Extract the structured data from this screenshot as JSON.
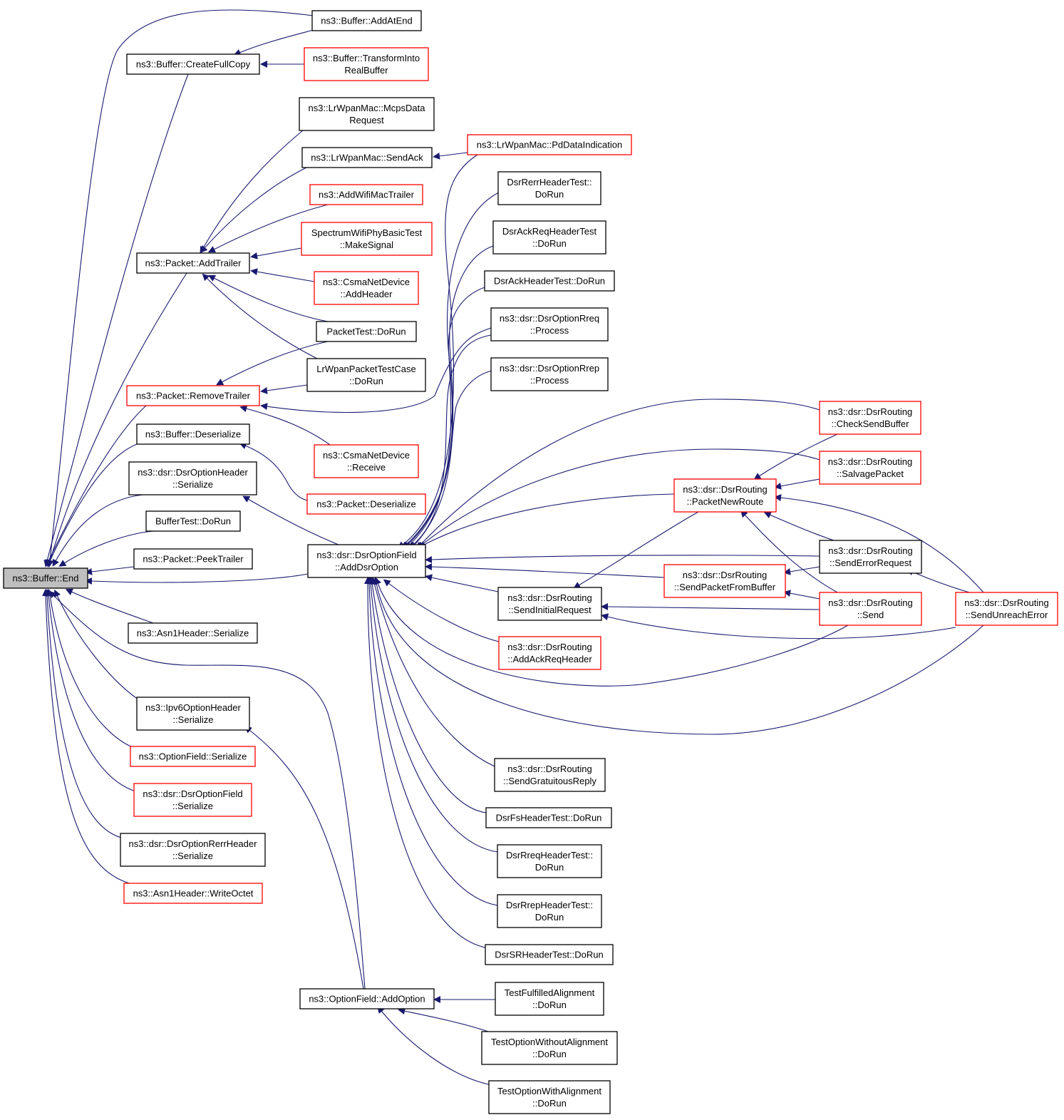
{
  "colors": {
    "edge": "#191970",
    "border_black": "#000000",
    "border_red": "#ff0000",
    "root_fill": "#bfbfbf",
    "fill": "#ffffff"
  },
  "nodes": [
    {
      "id": "end",
      "lines": [
        "ns3::Buffer::End"
      ],
      "border": "black",
      "root": true
    },
    {
      "id": "addatend",
      "lines": [
        "ns3::Buffer::AddAtEnd"
      ],
      "border": "black"
    },
    {
      "id": "createfullcopy",
      "lines": [
        "ns3::Buffer::CreateFullCopy"
      ],
      "border": "black"
    },
    {
      "id": "transform",
      "lines": [
        "ns3::Buffer::TransformInto",
        "RealBuffer"
      ],
      "border": "red"
    },
    {
      "id": "mcpsdata",
      "lines": [
        "ns3::LrWpanMac::McpsData",
        "Request"
      ],
      "border": "black"
    },
    {
      "id": "sendack",
      "lines": [
        "ns3::LrWpanMac::SendAck"
      ],
      "border": "black"
    },
    {
      "id": "pddata",
      "lines": [
        "ns3::LrWpanMac::PdDataIndication"
      ],
      "border": "red"
    },
    {
      "id": "addwifi",
      "lines": [
        "ns3::AddWifiMacTrailer"
      ],
      "border": "red"
    },
    {
      "id": "spectrum",
      "lines": [
        "SpectrumWifiPhyBasicTest",
        "::MakeSignal"
      ],
      "border": "red"
    },
    {
      "id": "addtrailer",
      "lines": [
        "ns3::Packet::AddTrailer"
      ],
      "border": "black"
    },
    {
      "id": "csmaaddheader",
      "lines": [
        "ns3::CsmaNetDevice",
        "::AddHeader"
      ],
      "border": "red"
    },
    {
      "id": "packettest",
      "lines": [
        "PacketTest::DoRun"
      ],
      "border": "black"
    },
    {
      "id": "lrwpanpacket",
      "lines": [
        "LrWpanPacketTestCase",
        "::DoRun"
      ],
      "border": "black"
    },
    {
      "id": "removetrailer",
      "lines": [
        "ns3::Packet::RemoveTrailer"
      ],
      "border": "red"
    },
    {
      "id": "bufdeserialize",
      "lines": [
        "ns3::Buffer::Deserialize"
      ],
      "border": "black"
    },
    {
      "id": "csmareceive",
      "lines": [
        "ns3::CsmaNetDevice",
        "::Receive"
      ],
      "border": "red"
    },
    {
      "id": "pktdeserialize",
      "lines": [
        "ns3::Packet::Deserialize"
      ],
      "border": "red"
    },
    {
      "id": "dsroptheader",
      "lines": [
        "ns3::dsr::DsrOptionHeader",
        "::Serialize"
      ],
      "border": "black"
    },
    {
      "id": "buffertest",
      "lines": [
        "BufferTest::DoRun"
      ],
      "border": "black"
    },
    {
      "id": "peektrailer",
      "lines": [
        "ns3::Packet::PeekTrailer"
      ],
      "border": "black"
    },
    {
      "id": "asn1serialize",
      "lines": [
        "ns3::Asn1Header::Serialize"
      ],
      "border": "black"
    },
    {
      "id": "ipv6opt",
      "lines": [
        "ns3::Ipv6OptionHeader",
        "::Serialize"
      ],
      "border": "black"
    },
    {
      "id": "optfieldser",
      "lines": [
        "ns3::OptionField::Serialize"
      ],
      "border": "red"
    },
    {
      "id": "dsroptfieldser",
      "lines": [
        "ns3::dsr::DsrOptionField",
        "::Serialize"
      ],
      "border": "red"
    },
    {
      "id": "dsrrerrser",
      "lines": [
        "ns3::dsr::DsrOptionRerrHeader",
        "::Serialize"
      ],
      "border": "black"
    },
    {
      "id": "writeoctet",
      "lines": [
        "ns3::Asn1Header::WriteOctet"
      ],
      "border": "red"
    },
    {
      "id": "adddsroption",
      "lines": [
        "ns3::dsr::DsrOptionField",
        "::AddDsrOption"
      ],
      "border": "black"
    },
    {
      "id": "addoption",
      "lines": [
        "ns3::OptionField::AddOption"
      ],
      "border": "black"
    },
    {
      "id": "dsrrerrtest",
      "lines": [
        "DsrRerrHeaderTest::",
        "DoRun"
      ],
      "border": "black"
    },
    {
      "id": "dsrackreqtest",
      "lines": [
        "DsrAckReqHeaderTest",
        "::DoRun"
      ],
      "border": "black"
    },
    {
      "id": "dsracktest",
      "lines": [
        "DsrAckHeaderTest::DoRun"
      ],
      "border": "black"
    },
    {
      "id": "rreqprocess",
      "lines": [
        "ns3::dsr::DsrOptionRreq",
        "::Process"
      ],
      "border": "black"
    },
    {
      "id": "rrepprocess",
      "lines": [
        "ns3::dsr::DsrOptionRrep",
        "::Process"
      ],
      "border": "black"
    },
    {
      "id": "sendinitial",
      "lines": [
        "ns3::dsr::DsrRouting",
        "::SendInitialRequest"
      ],
      "border": "black"
    },
    {
      "id": "addackreq",
      "lines": [
        "ns3::dsr::DsrRouting",
        "::AddAckReqHeader"
      ],
      "border": "red"
    },
    {
      "id": "sendgratuitous",
      "lines": [
        "ns3::dsr::DsrRouting",
        "::SendGratuitousReply"
      ],
      "border": "black"
    },
    {
      "id": "dsrfstest",
      "lines": [
        "DsrFsHeaderTest::DoRun"
      ],
      "border": "black"
    },
    {
      "id": "dsrrreqtest",
      "lines": [
        "DsrRreqHeaderTest::",
        "DoRun"
      ],
      "border": "black"
    },
    {
      "id": "dsrreptest",
      "lines": [
        "DsrRrepHeaderTest::",
        "DoRun"
      ],
      "border": "black"
    },
    {
      "id": "dsrsrtest",
      "lines": [
        "DsrSRHeaderTest::DoRun"
      ],
      "border": "black"
    },
    {
      "id": "testfulfilled",
      "lines": [
        "TestFulfilledAlignment",
        "::DoRun"
      ],
      "border": "black"
    },
    {
      "id": "testwithout",
      "lines": [
        "TestOptionWithoutAlignment",
        "::DoRun"
      ],
      "border": "black"
    },
    {
      "id": "testwith",
      "lines": [
        "TestOptionWithAlignment",
        "::DoRun"
      ],
      "border": "black"
    },
    {
      "id": "packetnewroute",
      "lines": [
        "ns3::dsr::DsrRouting",
        "::PacketNewRoute"
      ],
      "border": "red"
    },
    {
      "id": "sendpacketfrombuf",
      "lines": [
        "ns3::dsr::DsrRouting",
        "::SendPacketFromBuffer"
      ],
      "border": "red"
    },
    {
      "id": "checksendbuffer",
      "lines": [
        "ns3::dsr::DsrRouting",
        "::CheckSendBuffer"
      ],
      "border": "red"
    },
    {
      "id": "salvagepacket",
      "lines": [
        "ns3::dsr::DsrRouting",
        "::SalvagePacket"
      ],
      "border": "red"
    },
    {
      "id": "senderrorreq",
      "lines": [
        "ns3::dsr::DsrRouting",
        "::SendErrorRequest"
      ],
      "border": "black"
    },
    {
      "id": "send",
      "lines": [
        "ns3::dsr::DsrRouting",
        "::Send"
      ],
      "border": "red"
    },
    {
      "id": "sendunreach",
      "lines": [
        "ns3::dsr::DsrRouting",
        "::SendUnreachError"
      ],
      "border": "red"
    }
  ]
}
